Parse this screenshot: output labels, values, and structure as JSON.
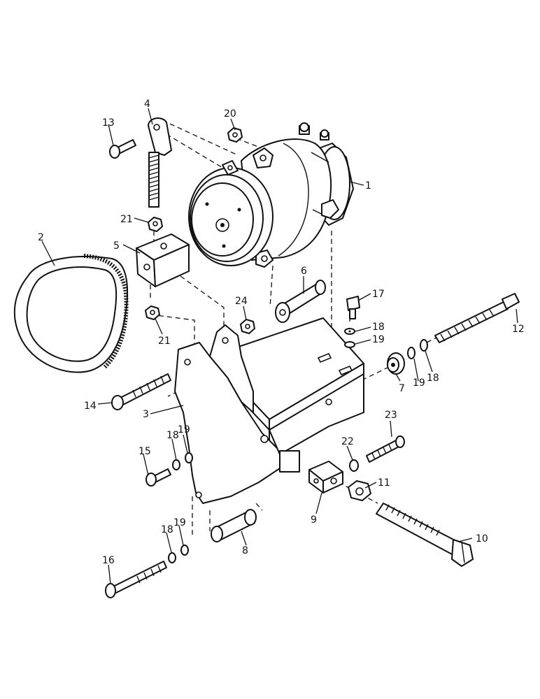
{
  "callouts": [
    {
      "id": "1",
      "text": "1"
    },
    {
      "id": "2",
      "text": "2"
    },
    {
      "id": "3",
      "text": "3"
    },
    {
      "id": "4",
      "text": "4"
    },
    {
      "id": "5",
      "text": "5"
    },
    {
      "id": "6",
      "text": "6"
    },
    {
      "id": "7",
      "text": "7"
    },
    {
      "id": "8",
      "text": "8"
    },
    {
      "id": "9",
      "text": "9"
    },
    {
      "id": "10",
      "text": "10"
    },
    {
      "id": "11",
      "text": "11"
    },
    {
      "id": "12",
      "text": "12"
    },
    {
      "id": "13",
      "text": "13"
    },
    {
      "id": "14",
      "text": "14"
    },
    {
      "id": "15",
      "text": "15"
    },
    {
      "id": "16",
      "text": "16"
    },
    {
      "id": "17",
      "text": "17"
    },
    {
      "id": "18a",
      "text": "18"
    },
    {
      "id": "18b",
      "text": "18"
    },
    {
      "id": "18c",
      "text": "18"
    },
    {
      "id": "18d",
      "text": "18"
    },
    {
      "id": "19a",
      "text": "19"
    },
    {
      "id": "19b",
      "text": "19"
    },
    {
      "id": "19c",
      "text": "19"
    },
    {
      "id": "19d",
      "text": "19"
    },
    {
      "id": "20",
      "text": "20"
    },
    {
      "id": "21a",
      "text": "21"
    },
    {
      "id": "21b",
      "text": "21"
    },
    {
      "id": "22",
      "text": "22"
    },
    {
      "id": "23",
      "text": "23"
    },
    {
      "id": "24",
      "text": "24"
    }
  ]
}
